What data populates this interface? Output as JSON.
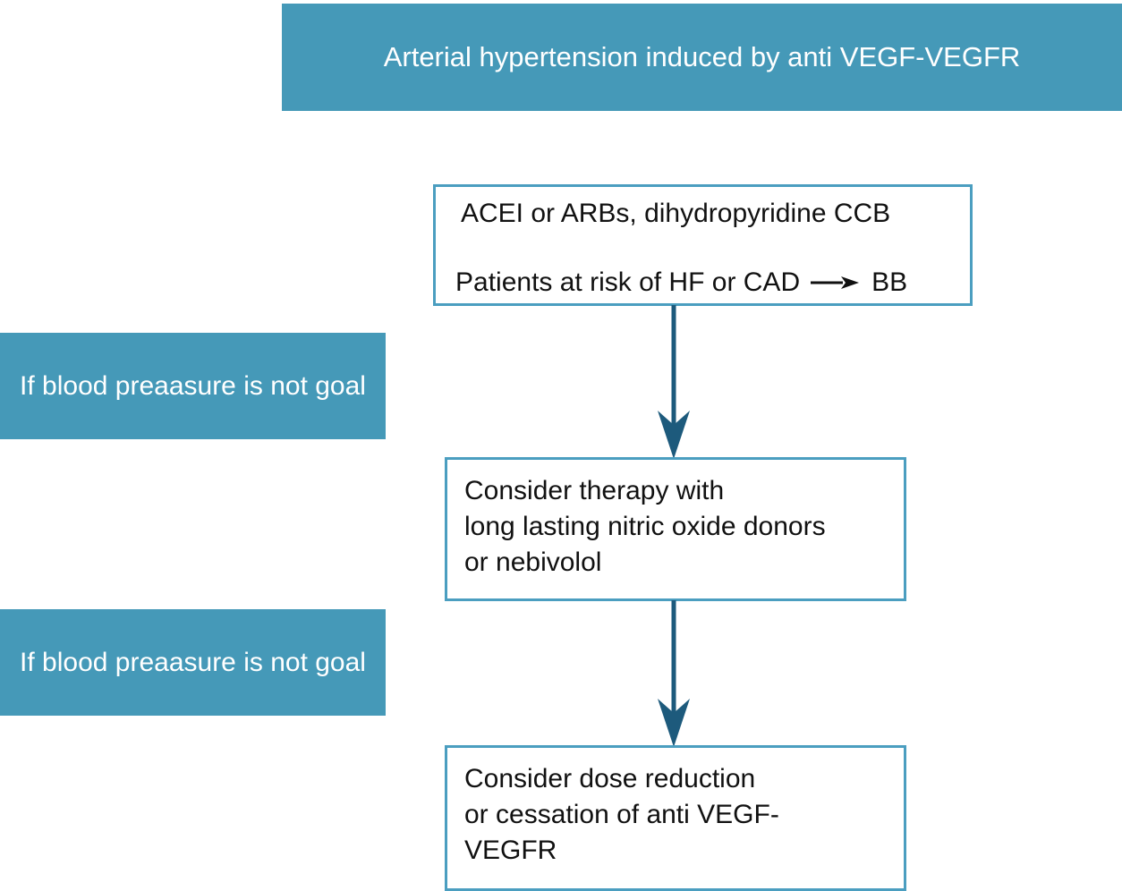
{
  "title": "Arterial hypertension induced by anti VEGF-VEGFR",
  "side_labels": [
    "If blood preaasure is not goal",
    "If blood preaasure is not goal"
  ],
  "steps": [
    {
      "line1": "ACEI or ARBs, dihydropyridine CCB",
      "line2_left": "Patients at risk of HF or CAD",
      "line2_right": "BB"
    },
    {
      "text": "Consider therapy with\nlong lasting nitric oxide donors\nor nebivolol"
    },
    {
      "text": "Consider dose reduction\nor cessation of anti VEGF-\nVEGFR"
    }
  ],
  "colors": {
    "banner": "#4599b8",
    "box_border": "#4b9ec0",
    "arrow": "#1d5a7c",
    "text": "#111111"
  }
}
